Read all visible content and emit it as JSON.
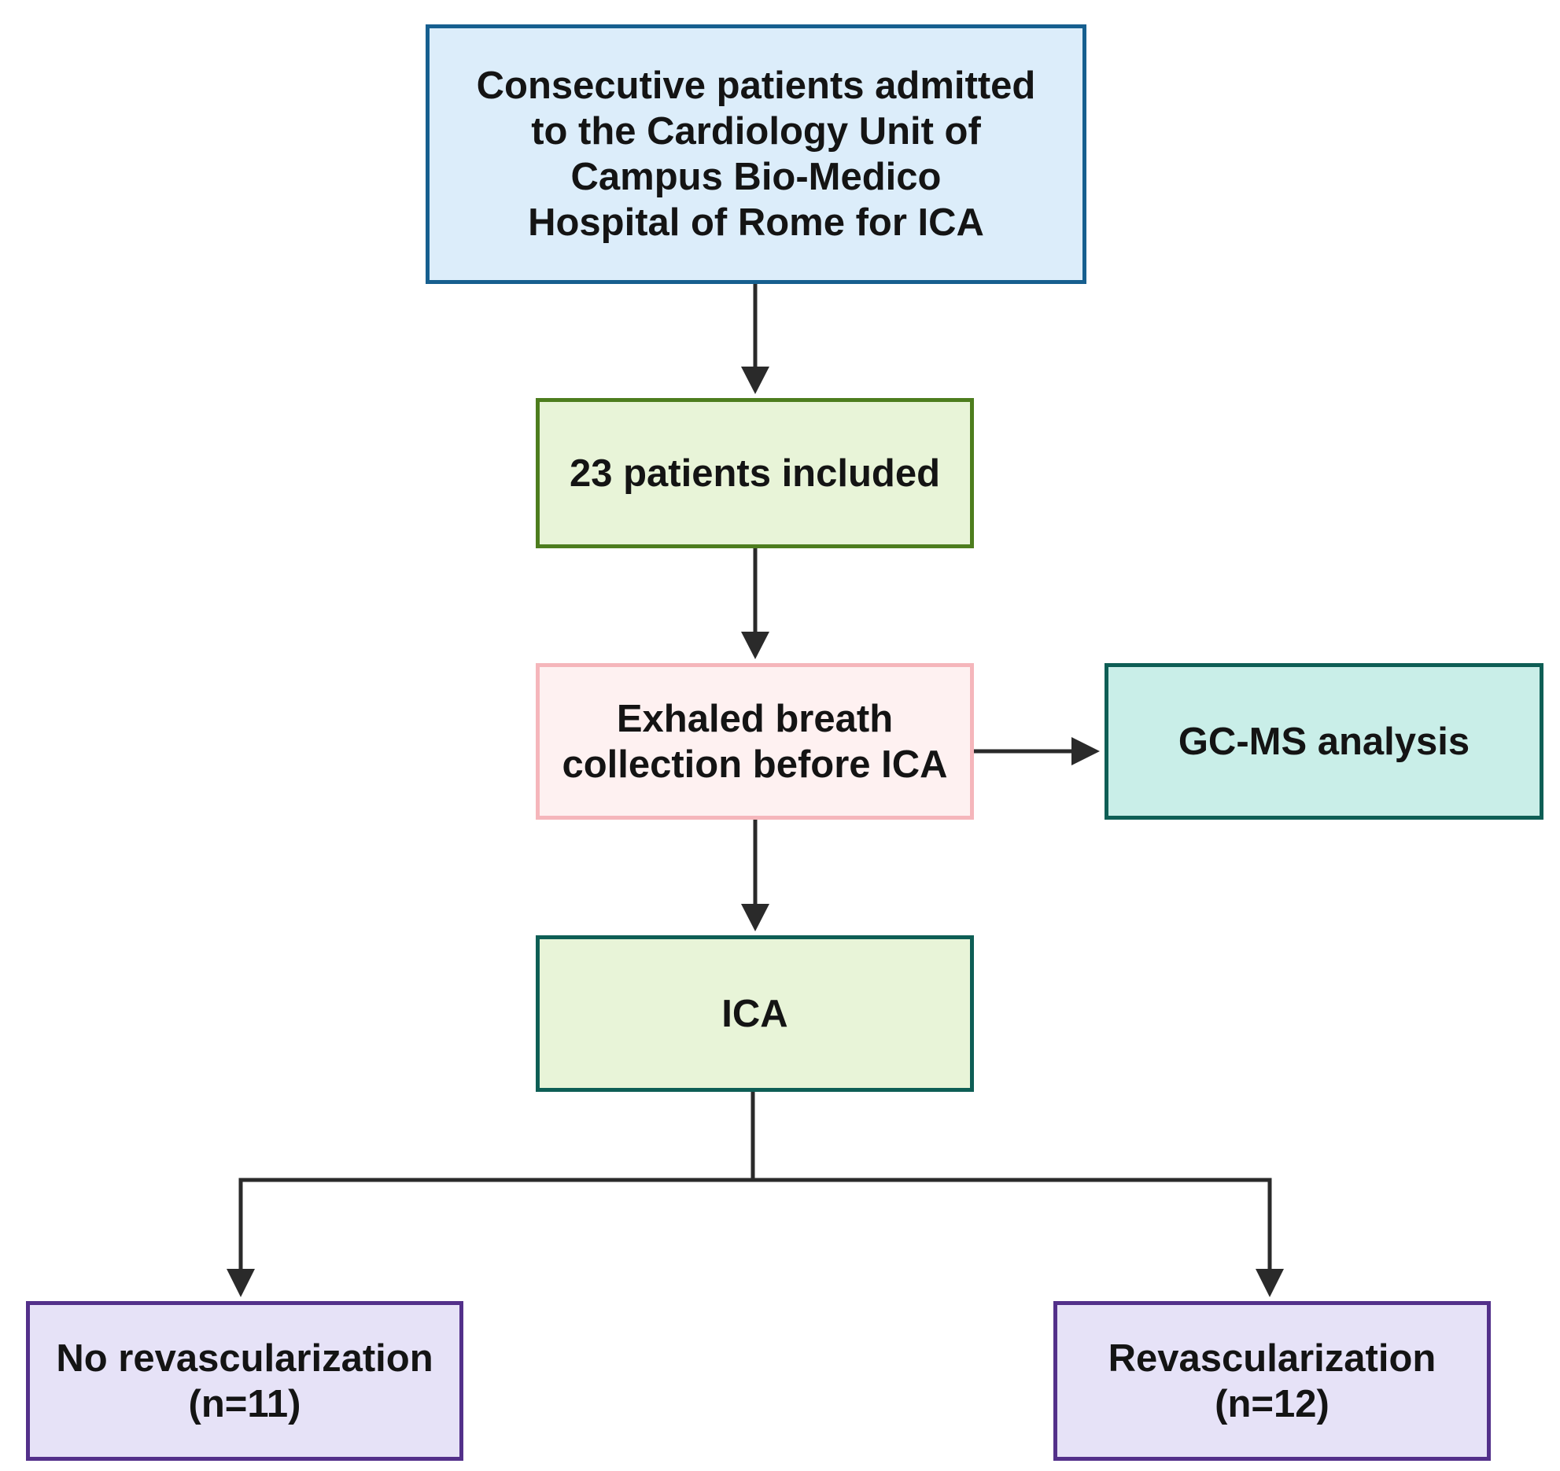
{
  "colors": {
    "arrow": "#2a2a2a"
  },
  "flowchart": {
    "admitted": {
      "text": "Consecutive patients admitted\nto the Cardiology Unit of\nCampus Bio-Medico\nHospital of Rome for ICA",
      "fill": "#dcedfa",
      "border": "#165f8f"
    },
    "included": {
      "text": "23 patients included",
      "fill": "#e8f4d8",
      "border": "#4d7d1e"
    },
    "breath": {
      "text": "Exhaled breath\ncollection before ICA",
      "fill": "#fef1f1",
      "border": "#f5b6bb"
    },
    "gcms": {
      "text": "GC-MS analysis",
      "fill": "#c9eee8",
      "border": "#0e5e55"
    },
    "ica": {
      "text": "ICA",
      "fill": "#e8f4d8",
      "border": "#0e5e55"
    },
    "no_revasc": {
      "text": "No revascularization\n(n=11)",
      "fill": "#e6e2f7",
      "border": "#53308a"
    },
    "revasc": {
      "text": "Revascularization\n(n=12)",
      "fill": "#e6e2f7",
      "border": "#53308a"
    }
  }
}
